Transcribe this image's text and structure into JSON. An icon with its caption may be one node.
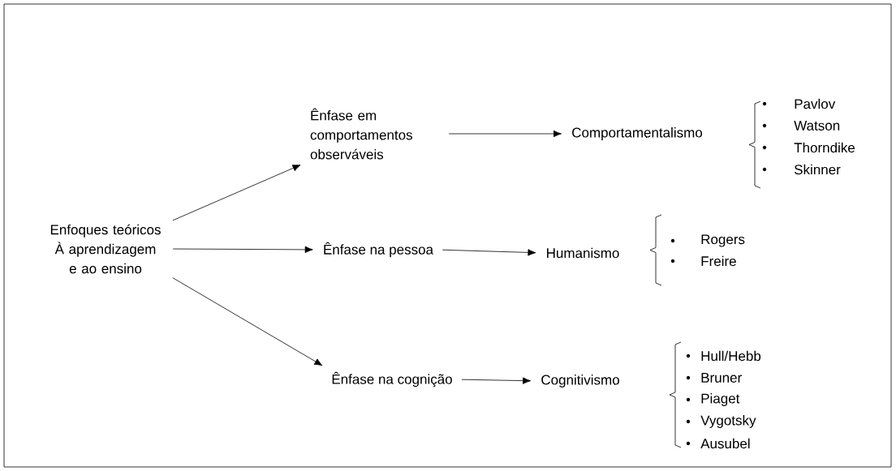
{
  "diagram": {
    "nodes": [
      {
        "text": [
          "Enfoques teóricos À aprendizagem e ao ensino"
        ]
      },
      {
        "text": [
          "Ênfase em comportamentos observáveis"
        ]
      },
      {
        "text": [
          "Comportamentalismo"
        ]
      },
      {
        "text": [
          "Ênfase na pessoa"
        ]
      },
      {
        "text": [
          "Humanismo"
        ]
      },
      {
        "text": [
          "Ênfase na cognição"
        ]
      },
      {
        "text": [
          "Cognitivismo"
        ]
      }
    ],
    "edges": [
      {
        "from": 0,
        "to": 1,
        "arrow": "to"
      },
      {
        "from": 1,
        "to": 2,
        "arrow": "to"
      },
      {
        "from": 0,
        "to": 3,
        "arrow": "to"
      },
      {
        "from": 3,
        "to": 4,
        "arrow": "to"
      },
      {
        "from": 0,
        "to": 5,
        "arrow": "to"
      },
      {
        "from": 5,
        "to": 6,
        "arrow": "to"
      }
    ],
    "labels": [
      "Pavlov",
      "Watson",
      "Thorndike",
      "Skinner",
      "Rogers",
      "Freire",
      "Hull/Hebb",
      "Bruner",
      "Piaget",
      "Vygotsky",
      "Ausubel"
    ]
  }
}
